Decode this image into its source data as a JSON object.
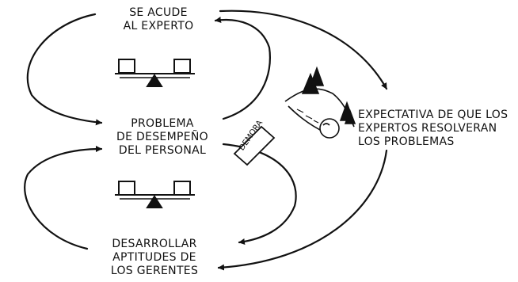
{
  "nodes": {
    "expert": {
      "line1": "SE ACUDE",
      "line2": "AL EXPERTO"
    },
    "problem": {
      "line1": "PROBLEMA",
      "line2": "DE DESEMPEÑO",
      "line3": "DEL PERSONAL"
    },
    "develop": {
      "line1": "DESARROLLAR",
      "line2": "APTITUDES DE",
      "line3": "LOS GERENTES"
    },
    "expectation": {
      "line1": "EXPECTATIVA DE QUE LOS",
      "line2": "EXPERTOS RESOLVERAN",
      "line3": "LOS PROBLEMAS"
    }
  },
  "delay_label": "DEMORA",
  "icons": [
    "balance-seesaw-icon",
    "balance-seesaw-icon",
    "snowball-hill-icon"
  ],
  "colors": {
    "ink": "#111111",
    "background": "#ffffff"
  }
}
